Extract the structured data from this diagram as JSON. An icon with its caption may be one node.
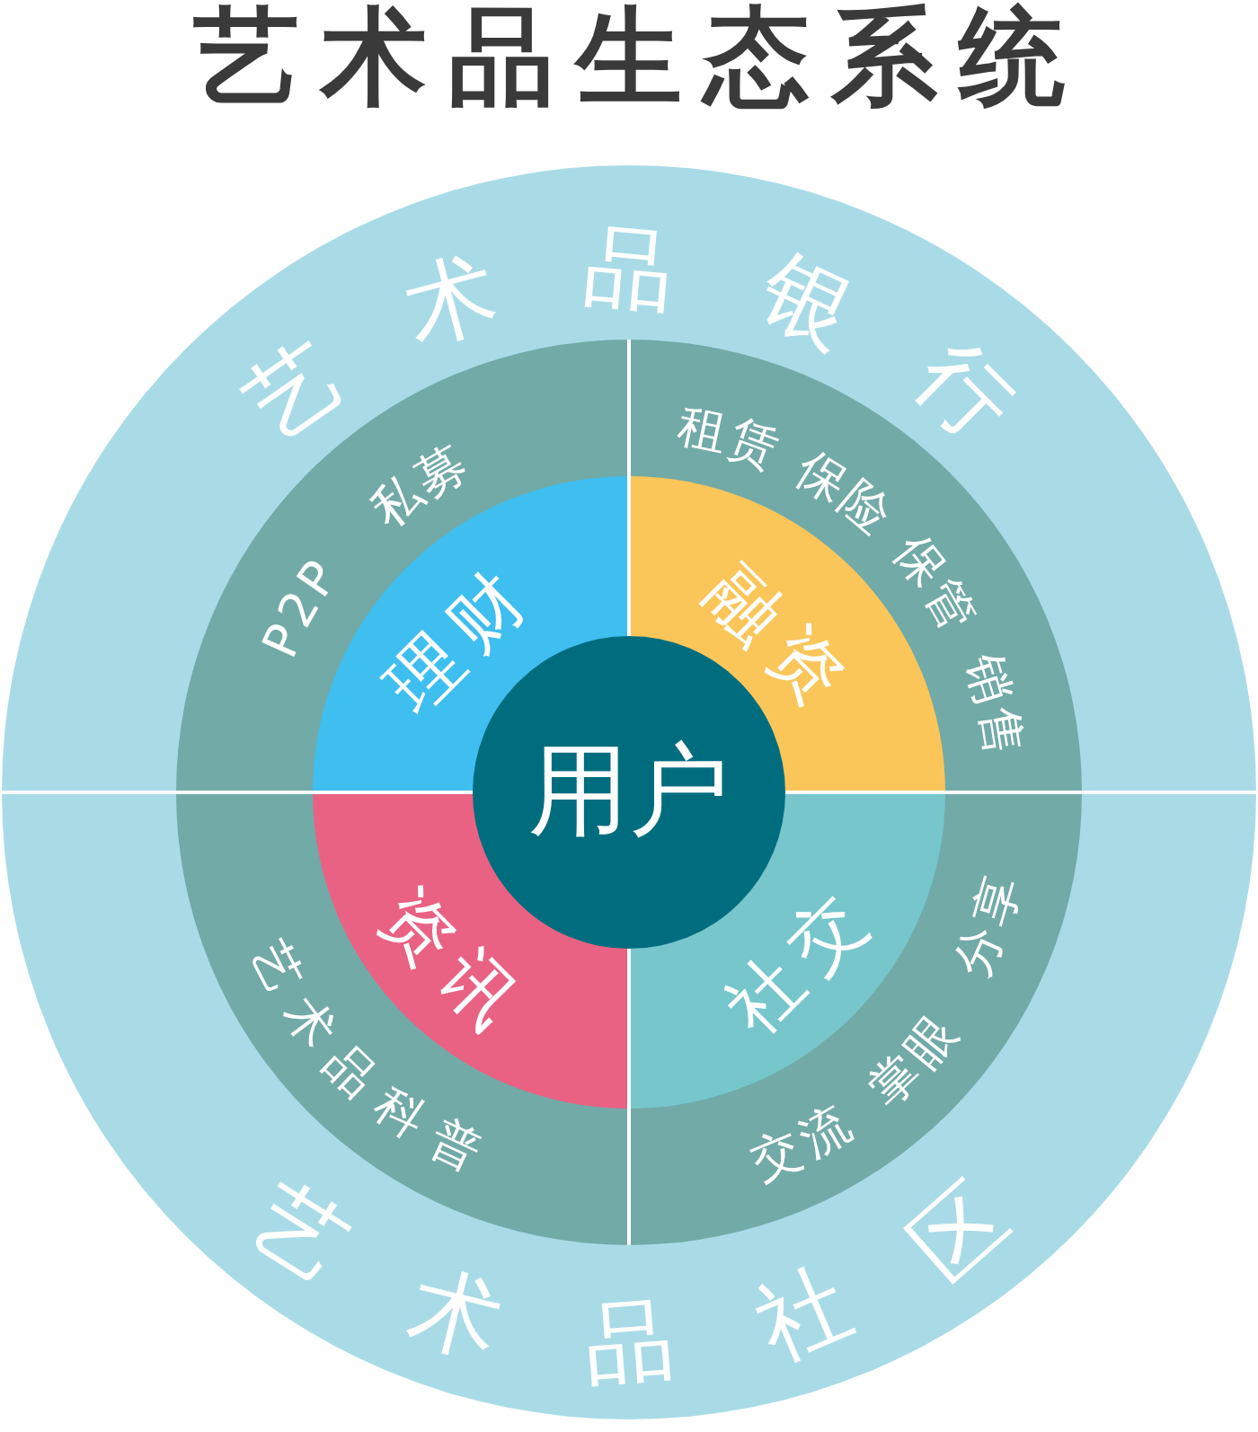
{
  "diagram": {
    "title": "艺术品生态系统",
    "nodes": [
      {
        "text": [
          "艺术品银行"
        ]
      },
      {
        "text": [
          "P2P",
          "私募"
        ],
        "in": 0
      },
      {
        "text": [
          "理财"
        ],
        "in": 1
      },
      {
        "text": [
          "租赁",
          "保险",
          "保管",
          "销售"
        ],
        "in": 0
      },
      {
        "text": [
          "融资"
        ],
        "in": 3
      },
      {
        "text": [
          "用户"
        ]
      },
      {
        "text": [
          "艺术品社区"
        ]
      },
      {
        "text": [
          "艺术品科普"
        ],
        "in": 6
      },
      {
        "text": [
          "资讯"
        ],
        "in": 7
      },
      {
        "text": [
          "分享",
          "掌眼",
          "交流"
        ],
        "in": 6
      },
      {
        "text": [
          "社交"
        ],
        "in": 9
      }
    ]
  }
}
